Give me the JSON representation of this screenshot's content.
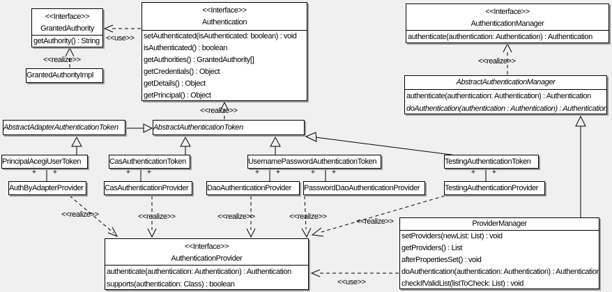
{
  "colors": {
    "background": "#f0f0f0",
    "box_fill": "#ffffff",
    "line": "#000000",
    "shadow": "#9b9b9b"
  },
  "labels": {
    "realize": "<<realize>>",
    "use": "<<use>>",
    "plus": "+"
  },
  "classes": {
    "granted_authority": {
      "stereotype": "<<Interface>>",
      "name": "GrantedAuthority",
      "methods": [
        "getAuthority() : String"
      ]
    },
    "granted_authority_impl": {
      "name": "GrantedAuthorityImpl"
    },
    "authentication": {
      "stereotype": "<<Interface>>",
      "name": "Authentication",
      "methods": [
        "setAuthenticated(isAuthenticated: boolean) : void",
        "isAuthenticated() : boolean",
        "getAuthorities() : GrantedAuthority[]",
        "getCredentials() : Object",
        "getDetails() : Object",
        "getPrincipal() : Object"
      ]
    },
    "authentication_manager": {
      "stereotype": "<<Interface>>",
      "name": "AuthenticationManager",
      "methods": [
        "authenticate(authentication: Authentication) : Authentication"
      ]
    },
    "abstract_authentication_manager": {
      "name": "AbstractAuthenticationManager",
      "methods": [
        "authenticate(authentication: Authentication) : Authentication",
        "doAuthentication(authentication : Authentication) : Authentication"
      ]
    },
    "abstract_adapter_authentication_token": {
      "name": "AbstractAdapterAuthenticationToken"
    },
    "abstract_authentication_token": {
      "name": "AbstractAuthenticationToken"
    },
    "principal_acegi_user_token": {
      "name": "PrincipalAcegiUserToken"
    },
    "cas_authentication_token": {
      "name": "CasAuthenticationToken"
    },
    "username_password_authentication_token": {
      "name": "UsernamePasswordAuthenticationToken"
    },
    "testing_authentication_token": {
      "name": "TestingAuthenticationToken"
    },
    "auth_by_adapter_provider": {
      "name": "AuthByAdapterProvider"
    },
    "cas_authentication_provider": {
      "name": "CasAuthenticationProvider"
    },
    "dao_authentication_provider": {
      "name": "DaoAuthenticationProvider"
    },
    "password_dao_authentication_provider": {
      "name": "PasswordDaoAuthenticationProvider"
    },
    "testing_authentication_provider": {
      "name": "TestingAuthenticationProvider"
    },
    "authentication_provider": {
      "stereotype": "<<Interface>>",
      "name": "AuthenticationProvider",
      "methods": [
        "authenticate(authentication: Authentication) : Authentication",
        "supports(authentication: Class) : boolean"
      ]
    },
    "provider_manager": {
      "name": "ProviderManager",
      "methods": [
        "setProviders(newList: List) : void",
        "getProviders() : List",
        "afterPropertiesSet() : void",
        "doAuthentication(authentication: Authentication) : Authentication",
        "checkIfValidList(listToCheck: List) : void"
      ]
    }
  }
}
